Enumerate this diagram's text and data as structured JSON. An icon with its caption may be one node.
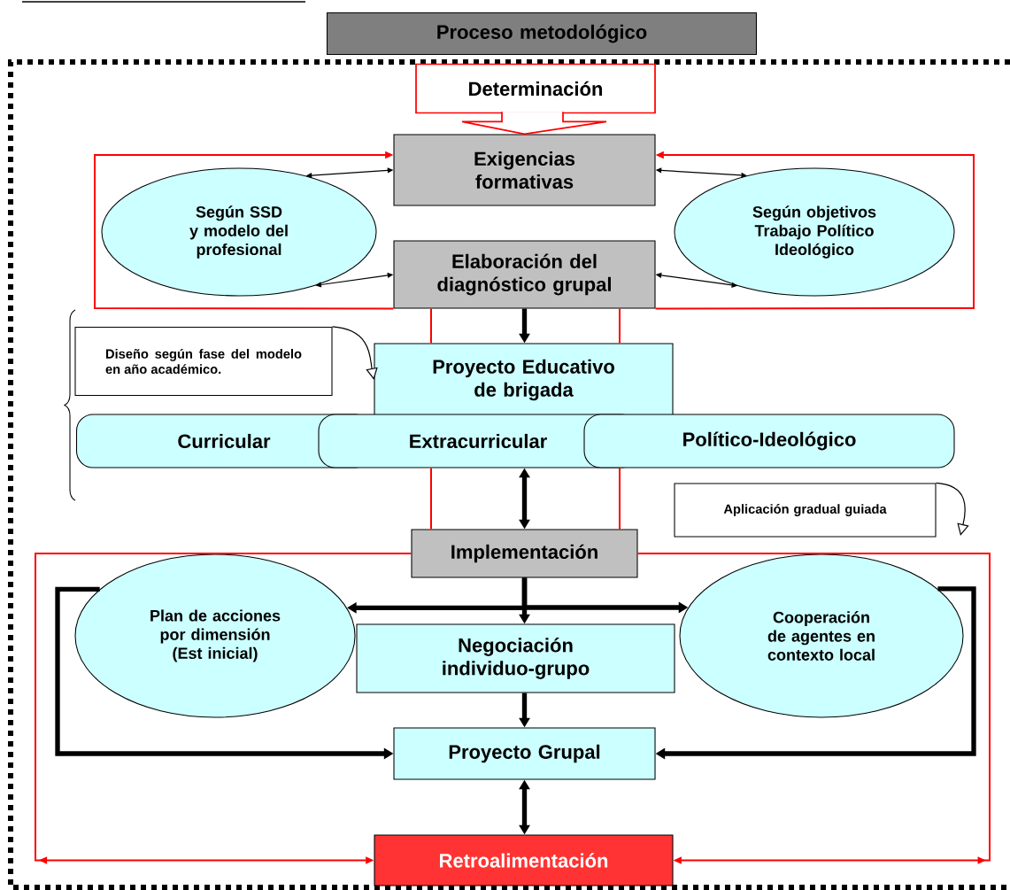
{
  "diagram": {
    "nodes": [
      {
        "text": [
          "Proceso metodológico"
        ]
      },
      {
        "text": [
          "Determinación"
        ]
      },
      {
        "text": [
          "Exigencias formativas"
        ]
      },
      {
        "text": [
          "Según SSD y modelo del profesional"
        ]
      },
      {
        "text": [
          "Según objetivos Trabajo Político Ideológico"
        ]
      },
      {
        "text": [
          "Elaboración del diagnóstico grupal"
        ]
      },
      {
        "text": [
          "Diseño según fase del modelo en año académico."
        ]
      },
      {
        "text": [
          "Proyecto Educativo de brigada"
        ]
      },
      {
        "text": [
          "Curricular"
        ]
      },
      {
        "text": [
          "Extracurricular"
        ]
      },
      {
        "text": [
          "Político-Ideológico"
        ]
      },
      {
        "text": [
          "Aplicación gradual guiada"
        ]
      },
      {
        "text": [
          "Implementación"
        ]
      },
      {
        "text": [
          "Plan de acciones por dimensión (Est inicial)"
        ]
      },
      {
        "text": [
          "Negociación individuo-grupo"
        ]
      },
      {
        "text": [
          "Cooperación de agentes en contexto local"
        ]
      },
      {
        "text": [
          "Proyecto Grupal"
        ]
      },
      {
        "text": [
          "Retroalimentación"
        ]
      }
    ],
    "edges": [
      {
        "from": 1,
        "to": 2,
        "arrow": "to",
        "color": "#ff0000"
      },
      {
        "from": 3,
        "to": 2,
        "arrow": "both"
      },
      {
        "from": 3,
        "to": 5,
        "arrow": "both"
      },
      {
        "from": 4,
        "to": 2,
        "arrow": "both"
      },
      {
        "from": 4,
        "to": 5,
        "arrow": "both"
      },
      {
        "from": 5,
        "to": 2,
        "arrow": "to",
        "color": "#ff0000"
      },
      {
        "from": 5,
        "to": 2,
        "arrow": "to",
        "color": "#ff0000"
      },
      {
        "from": 5,
        "to": 7,
        "arrow": "to",
        "style": "thick"
      },
      {
        "from": 5,
        "to": 7,
        "arrow": "none",
        "color": "#ff0000"
      },
      {
        "from": 5,
        "to": 7,
        "arrow": "none",
        "color": "#ff0000"
      },
      {
        "from": 6,
        "to": 7,
        "arrow": "to"
      },
      {
        "from": 9,
        "to": 12,
        "arrow": "both",
        "style": "thick"
      },
      {
        "from": 9,
        "to": 12,
        "arrow": "none",
        "color": "#ff0000"
      },
      {
        "from": 10,
        "to": 12,
        "arrow": "none",
        "color": "#ff0000"
      },
      {
        "from": 11,
        "to": null,
        "arrow": "to"
      },
      {
        "from": 12,
        "to": 13,
        "arrow": "to",
        "style": "thick"
      },
      {
        "from": 12,
        "to": 14,
        "arrow": "to",
        "style": "thick"
      },
      {
        "from": 12,
        "to": 15,
        "arrow": "to",
        "style": "thick"
      },
      {
        "from": 14,
        "to": 16,
        "arrow": "to",
        "style": "thick"
      },
      {
        "from": 13,
        "to": 16,
        "arrow": "to",
        "style": "thick"
      },
      {
        "from": 15,
        "to": 16,
        "arrow": "to",
        "style": "thick"
      },
      {
        "from": 12,
        "to": 17,
        "arrow": "to",
        "color": "#ff0000"
      },
      {
        "from": 12,
        "to": 17,
        "arrow": "to",
        "color": "#ff0000"
      },
      {
        "from": 16,
        "to": 17,
        "arrow": "both",
        "style": "thick"
      }
    ]
  }
}
